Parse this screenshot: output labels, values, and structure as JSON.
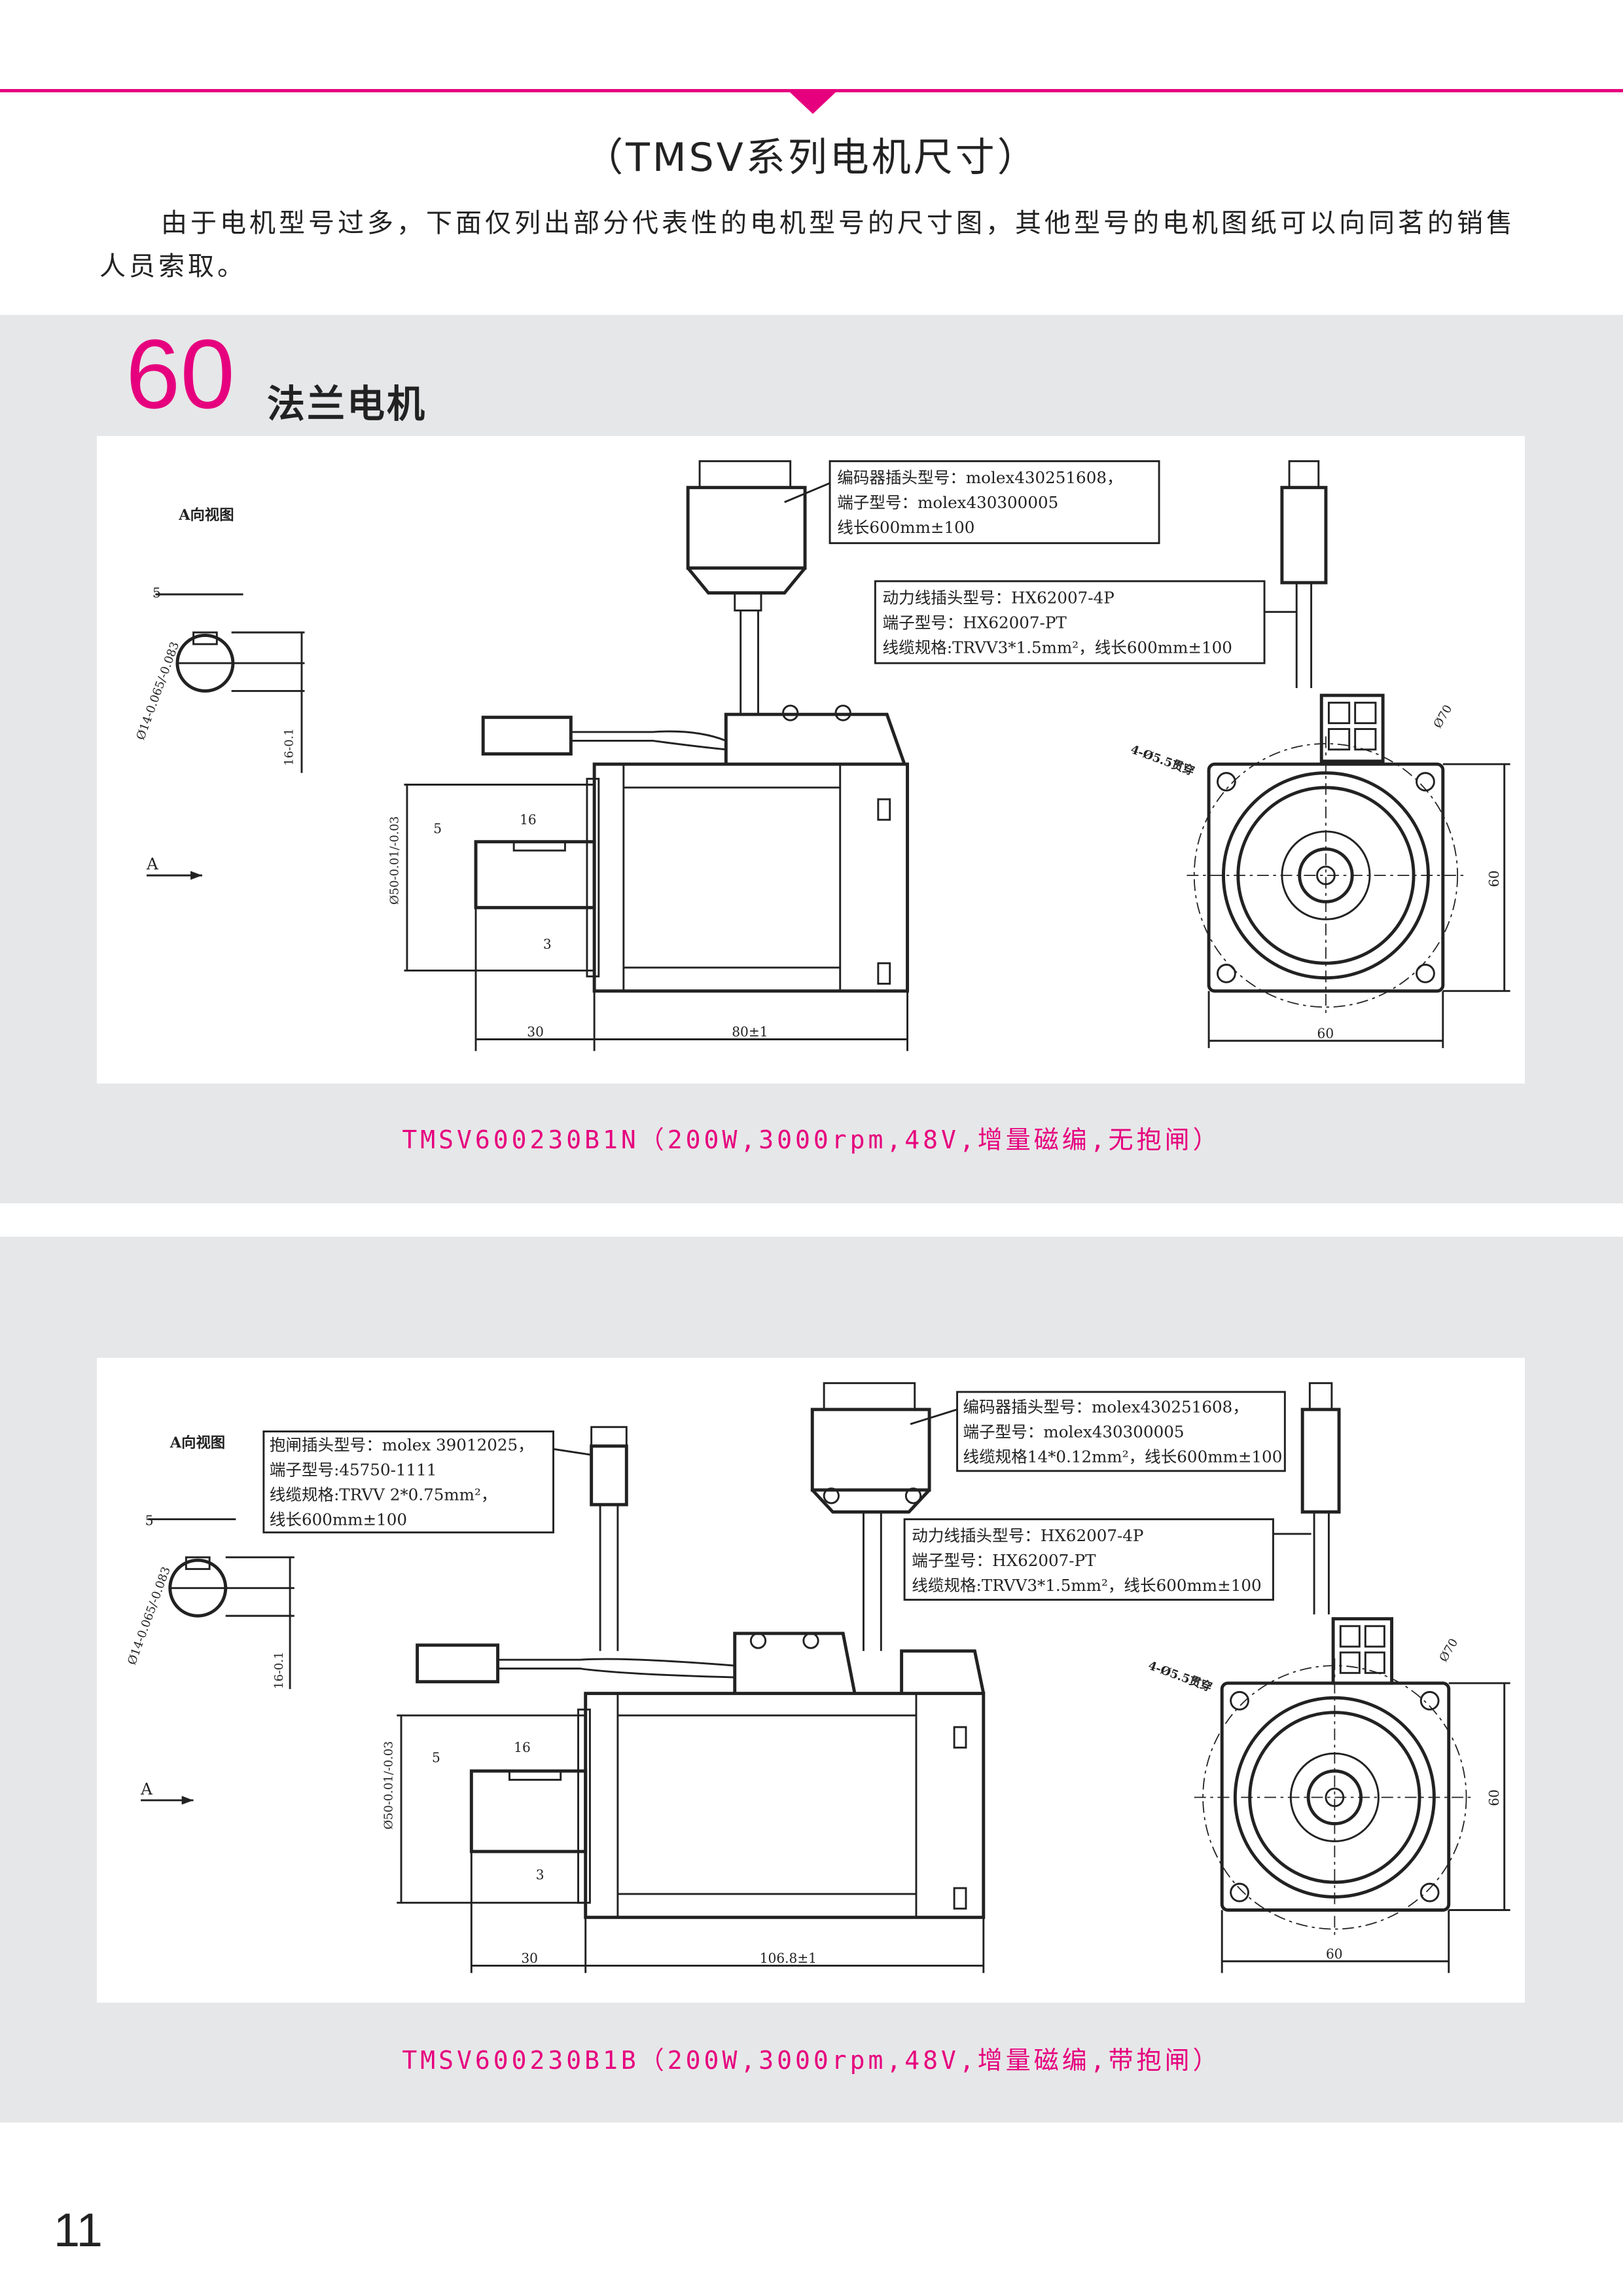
{
  "header": {
    "title": "（TMSV系列电机尺寸）",
    "intro": "由于电机型号过多，下面仅列出部分代表性的电机型号的尺寸图，其他型号的电机图纸可以向同茗的销售人员索取。"
  },
  "section": {
    "number": "60",
    "label": "法兰电机"
  },
  "colors": {
    "accent": "#e6007e",
    "panel": "#e6e7e8"
  },
  "drawing1": {
    "view_label": "A向视图",
    "arrow_label": "A",
    "encoder_note": [
      "编码器插头型号：molex430251608，",
      "端子型号：molex430300005",
      "线长600mm±100"
    ],
    "power_note": [
      "动力线插头型号：HX62007-4P",
      "端子型号：HX62007-PT",
      "线缆规格:TRVV3*1.5mm²，线长600mm±100"
    ],
    "dims": {
      "key_width": "5",
      "shaft_dia": "Ø14-0.065/-0.083",
      "key_height": "16-0.1",
      "flange_dia": "Ø50-0.01/-0.03",
      "key_len": "16",
      "key_off": "5",
      "step": "3",
      "shaft_len": "30",
      "body_len": "80±1",
      "square": "60",
      "square_v": "60",
      "holes": "4-Ø5.5贯穿",
      "pcd": "Ø70"
    },
    "caption": "TMSV600230B1N（200W,3000rpm,48V,增量磁编,无抱闸）"
  },
  "drawing2": {
    "view_label": "A向视图",
    "arrow_label": "A",
    "brake_note": [
      "抱闸插头型号：molex 39012025，",
      "端子型号:45750-1111",
      "线缆规格:TRVV 2*0.75mm²，",
      "线长600mm±100"
    ],
    "encoder_note": [
      "编码器插头型号：molex430251608，",
      "端子型号：molex430300005",
      "线缆规格14*0.12mm²，线长600mm±100"
    ],
    "power_note": [
      "动力线插头型号：HX62007-4P",
      "端子型号：HX62007-PT",
      "线缆规格:TRVV3*1.5mm²，线长600mm±100"
    ],
    "dims": {
      "key_width": "5",
      "shaft_dia": "Ø14-0.065/-0.083",
      "key_height": "16-0.1",
      "flange_dia": "Ø50-0.01/-0.03",
      "key_len": "16",
      "key_off": "5",
      "step": "3",
      "shaft_len": "30",
      "body_len": "106.8±1",
      "square": "60",
      "square_v": "60",
      "holes": "4-Ø5.5贯穿",
      "pcd": "Ø70"
    },
    "caption": "TMSV600230B1B（200W,3000rpm,48V,增量磁编,带抱闸）"
  },
  "footer": {
    "page_number": "11"
  }
}
